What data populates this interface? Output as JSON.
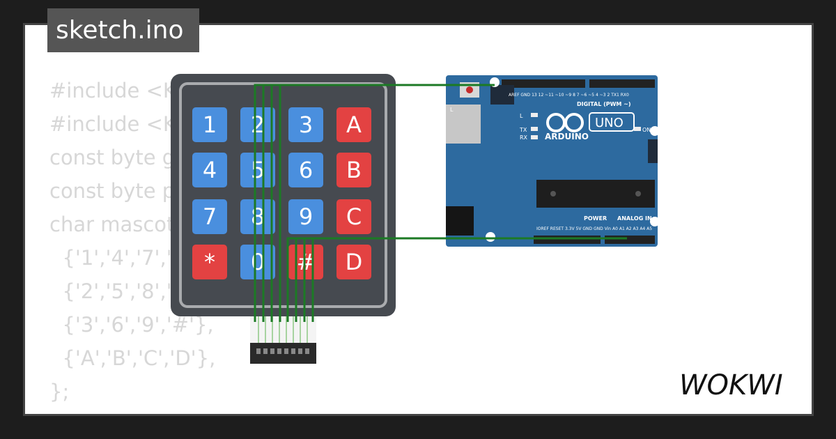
{
  "file_tab": {
    "title": "sketch.ino"
  },
  "code": {
    "lines": [
      "#include <K",
      "#include <K",
      "const byte g",
      "const byte p",
      "char mascot",
      "  {'1','4','7','*",
      "  {'2','5','8','0",
      "  {'3','6','9','#'},",
      "  {'A','B','C','D'},",
      "};"
    ]
  },
  "keypad": {
    "keys": [
      {
        "label": "1",
        "color": "blue"
      },
      {
        "label": "2",
        "color": "blue"
      },
      {
        "label": "3",
        "color": "blue"
      },
      {
        "label": "A",
        "color": "red"
      },
      {
        "label": "4",
        "color": "blue"
      },
      {
        "label": "5",
        "color": "blue"
      },
      {
        "label": "6",
        "color": "blue"
      },
      {
        "label": "B",
        "color": "red"
      },
      {
        "label": "7",
        "color": "blue"
      },
      {
        "label": "8",
        "color": "blue"
      },
      {
        "label": "9",
        "color": "blue"
      },
      {
        "label": "C",
        "color": "red"
      },
      {
        "label": "*",
        "color": "red"
      },
      {
        "label": "0",
        "color": "blue"
      },
      {
        "label": "#",
        "color": "red"
      },
      {
        "label": "D",
        "color": "red"
      }
    ]
  },
  "arduino": {
    "brand": "ARDUINO",
    "model": "UNO",
    "digital_label": "DIGITAL (PWM ~)",
    "power_label": "POWER",
    "analog_label": "ANALOG IN",
    "on_label": "ON",
    "led_l": "L",
    "led_tx": "TX",
    "led_rx": "RX",
    "top_pins": "AREF GND 13 12 ~11 ~10 ~9 8  7 ~6 ~5 4 ~3 2 TX1 RX0",
    "bottom_pins": "IOREF RESET 3.3V 5V GND GND Vin  A0 A1 A2 A3 A4 A5"
  },
  "brand_logo": {
    "text": "WOKWI"
  },
  "colors": {
    "wire": "#1c7a25",
    "board": "#2d6a9f",
    "blue_key": "#4a8fde",
    "red_key": "#e34242"
  }
}
